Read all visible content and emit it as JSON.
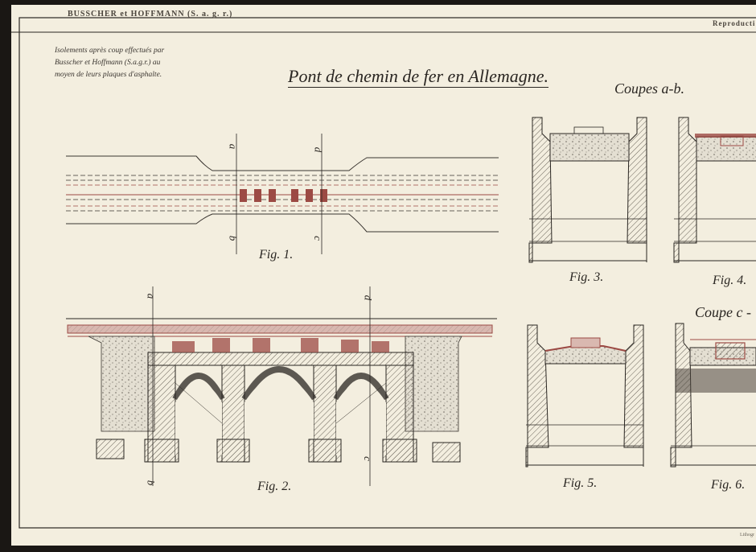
{
  "header": {
    "left": "BUSSCHER et HOFFMANN (S. a. g. r.)",
    "right": "Reproducti"
  },
  "note": {
    "line1": "Isolements après coup effectués par",
    "line2": "Busscher et Hoffmann (S.a.g.r.) au",
    "line3": "moyen de leurs plaques d'asphalte."
  },
  "title": "Pont de chemin de fer en Allemagne.",
  "section_labels": {
    "coupes_ab": "Coupes a-b.",
    "coupe_c": "Coupe c -"
  },
  "figures": {
    "fig1": "Fig. 1.",
    "fig2": "Fig. 2.",
    "fig3": "Fig. 3.",
    "fig4": "Fig. 4.",
    "fig5": "Fig. 5.",
    "fig6": "Fig. 6."
  },
  "section_marks": {
    "a_top": "a",
    "b_bottom": "b",
    "d_top": "d",
    "c_bottom": "c",
    "a2_top": "a",
    "d2_top": "d",
    "b2_bottom": "b",
    "c2_bottom": "c"
  },
  "imprint": "Lithogr",
  "colors": {
    "paper": "#f3eedf",
    "ink": "#2a2622",
    "asphalt_red": "#9c4a44",
    "hatch": "#5a544c"
  }
}
